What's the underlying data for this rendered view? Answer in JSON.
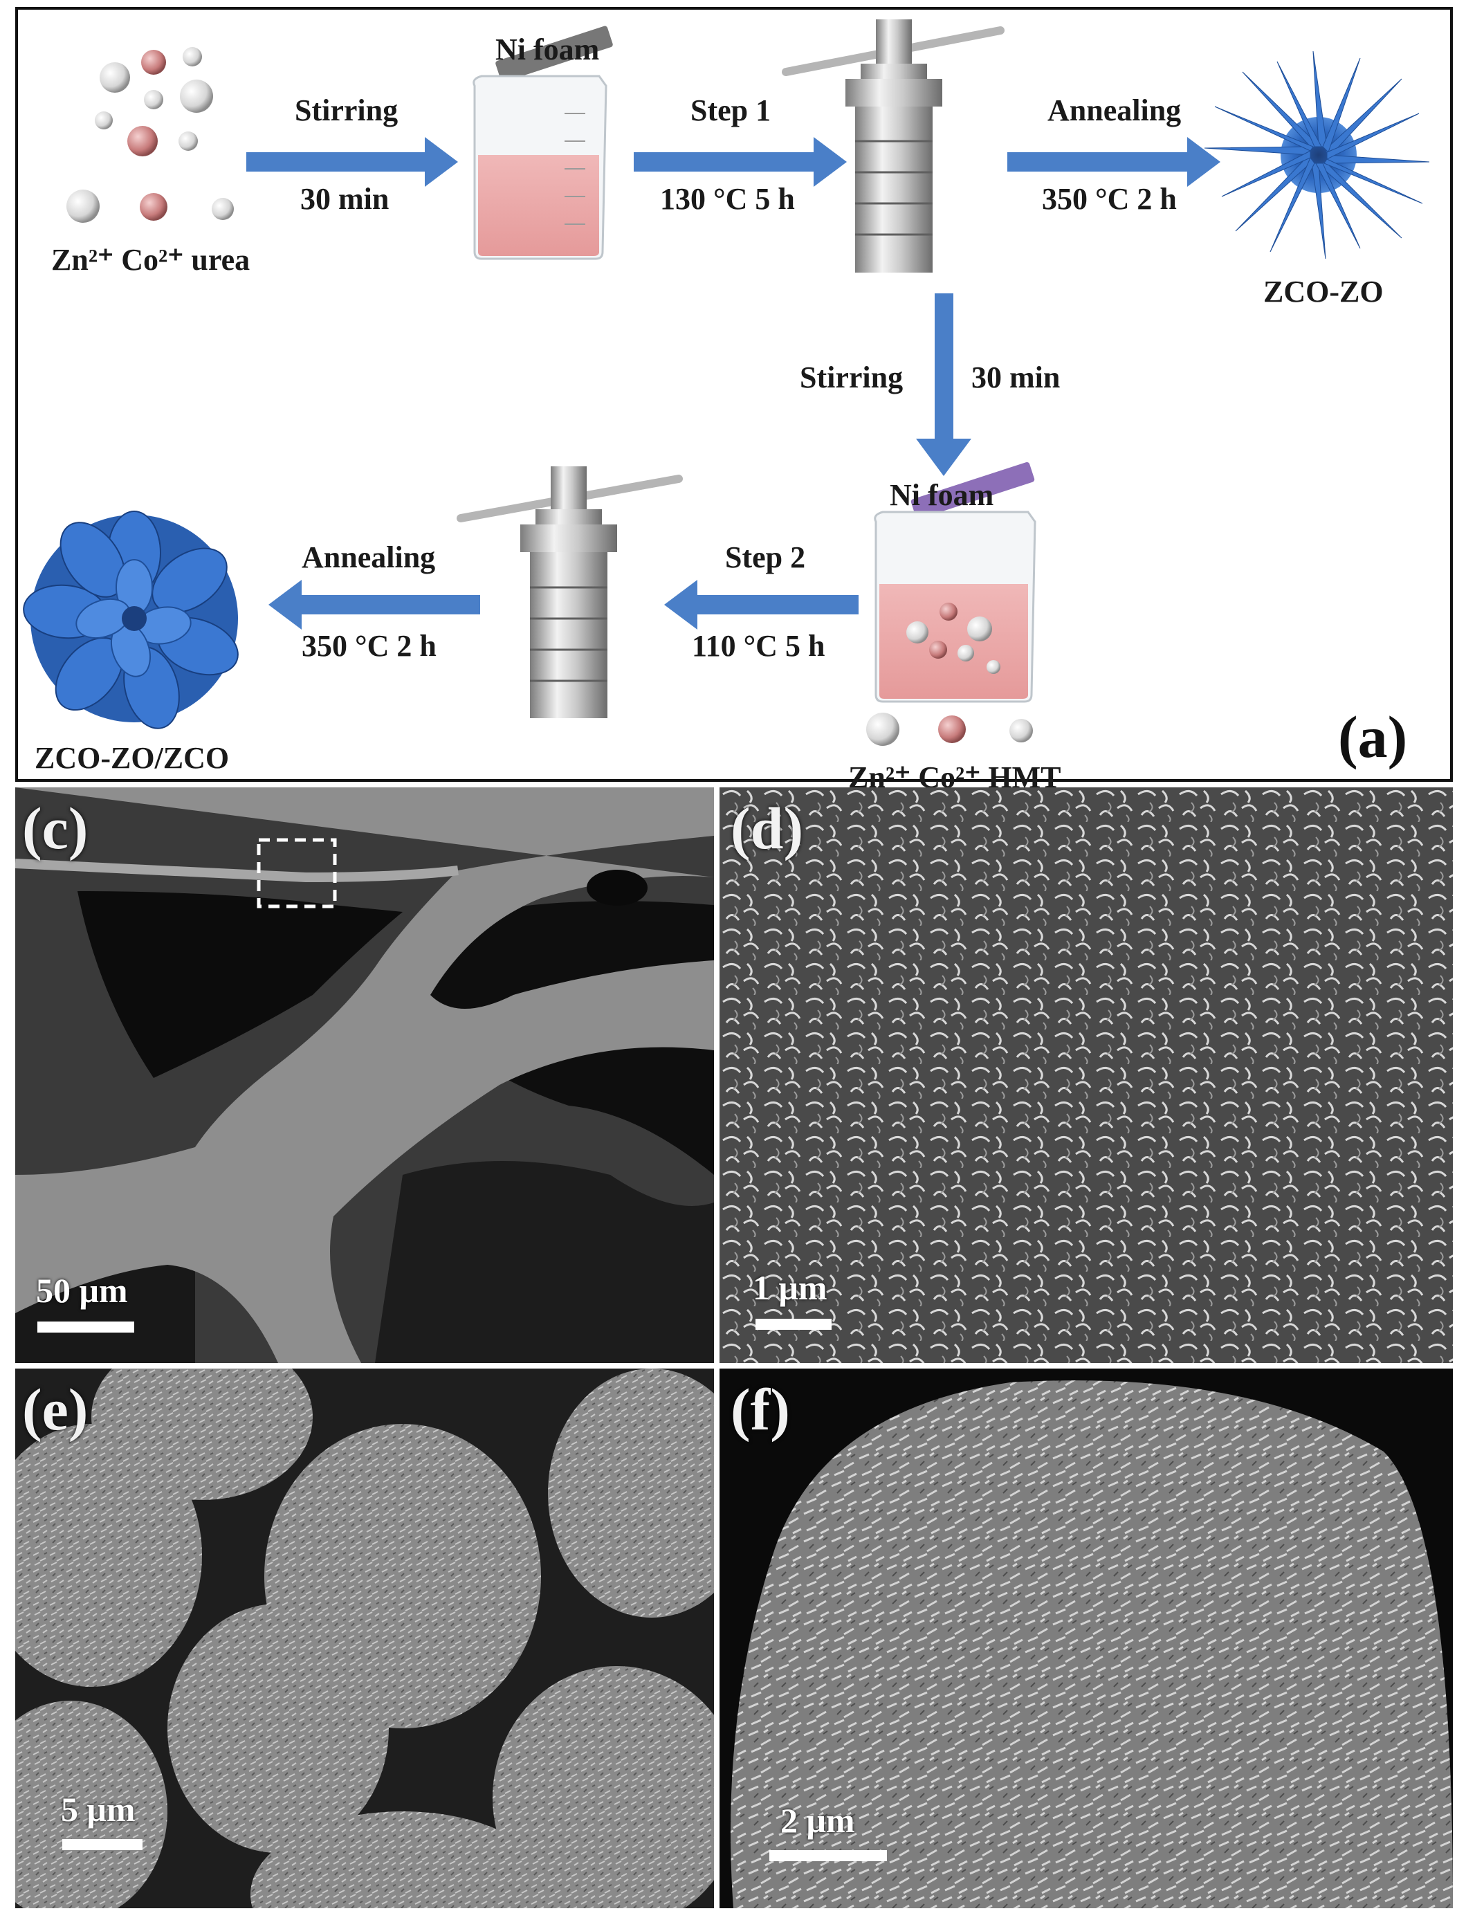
{
  "panel_a": {
    "letter": "(a)",
    "reactants_top": "Zn²⁺  Co²⁺  urea",
    "ni_foam_top": "Ni foam",
    "stirring_top": "Stirring",
    "time_top": "30 min",
    "step1": "Step 1",
    "step1_cond": "130 °C  5 h",
    "annealing_top": "Annealing",
    "anneal_top_cond": "350 °C  2 h",
    "product_top": "ZCO-ZO",
    "stirring_mid": "Stirring",
    "time_mid": "30 min",
    "ni_foam_bottom": "Ni foam",
    "step2": "Step 2",
    "step2_cond": "110 °C  5 h",
    "annealing_bottom": "Annealing",
    "anneal_bottom_cond": "350 °C  2 h",
    "product_bottom": "ZCO-ZO/ZCO",
    "reactants_bottom": "Zn²⁺  Co²⁺  HMT"
  },
  "panel_c": {
    "letter": "(c)",
    "scale": "50 μm"
  },
  "panel_d": {
    "letter": "(d)",
    "scale": "1 μm"
  },
  "panel_e": {
    "letter": "(e)",
    "scale": "5 μm"
  },
  "panel_f": {
    "letter": "(f)",
    "scale": "2 μm"
  },
  "colors": {
    "arrow": "#4a7fc8",
    "liquid": "#e8a4a4",
    "product_blue": "#2e6bc4",
    "sem_gray": "#7a7a7a"
  }
}
